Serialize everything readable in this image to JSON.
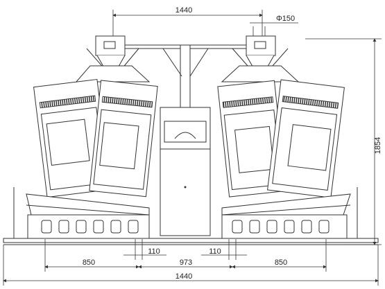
{
  "dimensions": {
    "top_width": "1440",
    "diameter": "Φ150",
    "height": "1854",
    "gap_left": "110",
    "gap_right": "110",
    "span_left": "850",
    "span_center": "973",
    "span_right": "850",
    "overall_width": "1440"
  }
}
